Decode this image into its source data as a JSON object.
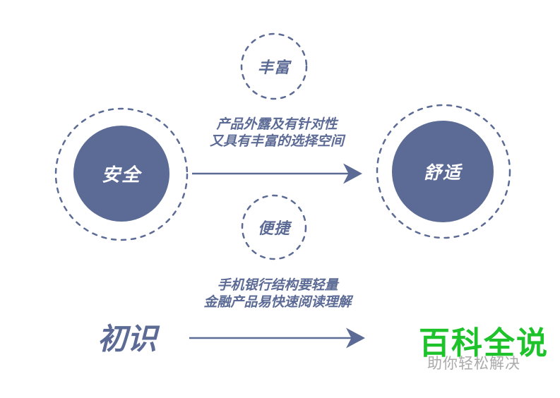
{
  "palette": {
    "blue": "#5C6B95",
    "green": "#1EC32B",
    "gray": "#AAAAAA",
    "node_text": "#FFFFFF",
    "background": "#FFFFFF"
  },
  "nodes": {
    "top_bubble": {
      "label": "丰富"
    },
    "left": {
      "label": "安全"
    },
    "right": {
      "label": "舒适"
    },
    "middle_bubble": {
      "label": "便捷"
    }
  },
  "captions": {
    "upper": {
      "line1": "产品外露及有针对性",
      "line2": "又具有丰富的选择空间"
    },
    "lower": {
      "line1": "手机银行结构要轻量",
      "line2": "金融产品易快速阅读理解"
    }
  },
  "arrows": {
    "main": {
      "from": "安全",
      "to": "舒适"
    },
    "footer": {
      "from": "初识",
      "to": "百科全说"
    }
  },
  "footer": {
    "left_label": "初识",
    "brand": "百科全说",
    "tagline": "助你轻松解决"
  }
}
